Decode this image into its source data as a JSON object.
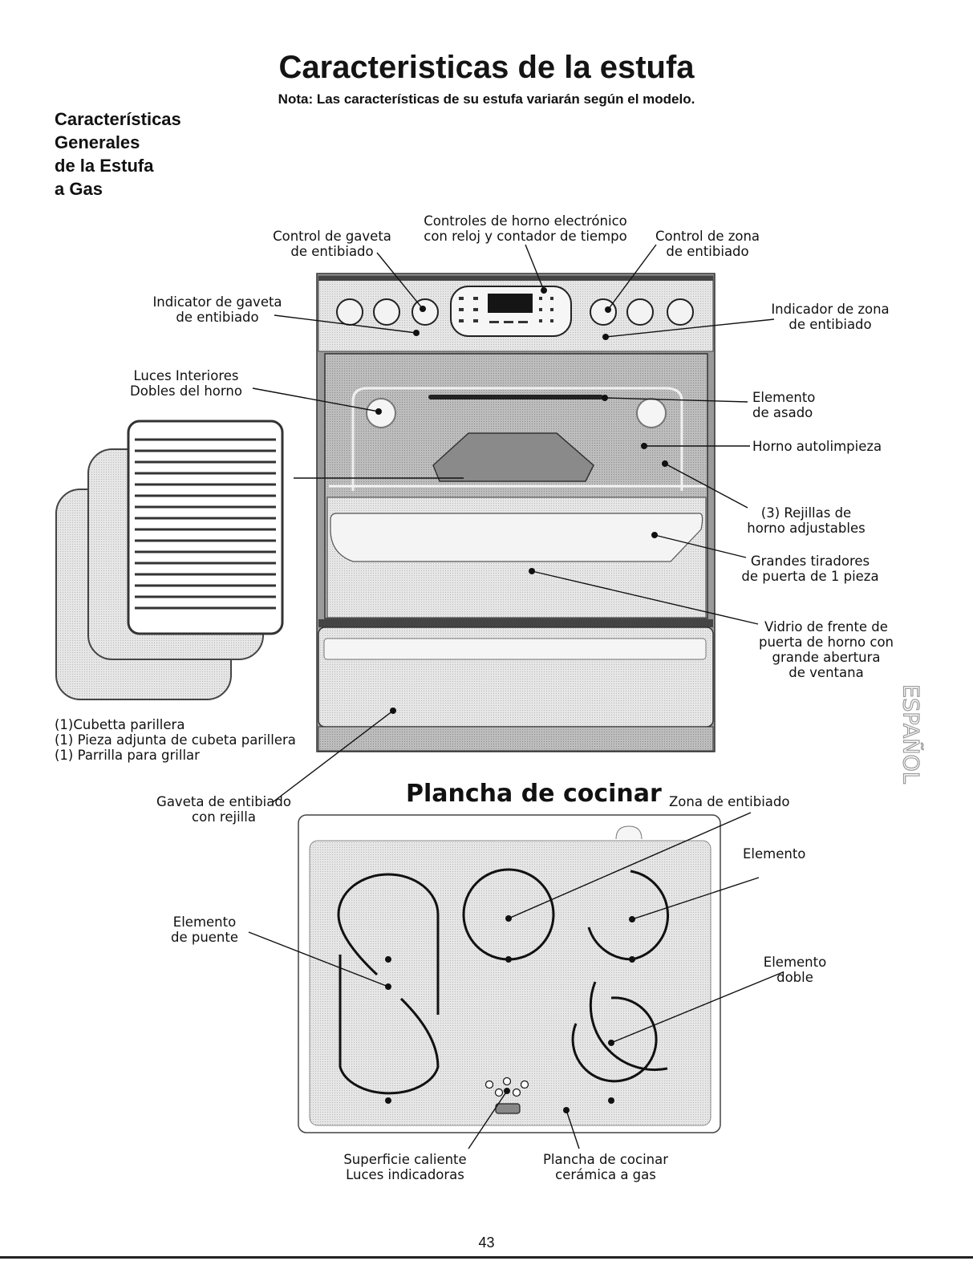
{
  "page": {
    "title": "Caracteristicas de la estufa",
    "note": "Nota: Las características de su estufa variarán según el modelo.",
    "side_heading": [
      "Características",
      "Generales",
      "de la Estufa",
      "a Gas"
    ],
    "page_number": "43",
    "side_tab": "ESPAÑOL"
  },
  "oven_labels": {
    "controls": [
      "Controles de horno electrónico",
      "con reloj y contador de tiempo"
    ],
    "drawer_control": [
      "Control de gaveta",
      "de entibiado"
    ],
    "zone_control": [
      "Control de zona",
      "de entibiado"
    ],
    "drawer_indicator": [
      "Indicator de gaveta",
      "de entibiado"
    ],
    "zone_indicator": [
      "Indicador de zona",
      "de entibiado"
    ],
    "interior_lights": [
      "Luces Interiores",
      "Dobles del horno"
    ],
    "broil_element": [
      "Elemento",
      "de asado"
    ],
    "self_clean": "Horno autolimpieza",
    "racks": [
      "(3) Rejillas de",
      "horno  adjustables"
    ],
    "door_handles": [
      "Grandes tiradores",
      "de puerta de 1 pieza"
    ],
    "door_glass": [
      "Vidrio de frente de",
      "puerta de horno con",
      "grande abertura",
      "de  ventana"
    ],
    "broiler_items": [
      "(1)Cubetta parillera",
      "(1) Pieza adjunta de cubeta parillera",
      "(1) Parrilla para grillar"
    ],
    "warming_drawer": [
      "Gaveta de entibiado",
      "con rejilla"
    ]
  },
  "cooktop": {
    "title": "Plancha de cocinar",
    "warming_zone": "Zona de entibiado",
    "element": "Elemento",
    "bridge_element": [
      "Elemento",
      "de puente"
    ],
    "dual_element": [
      "Elemento",
      "doble"
    ],
    "hot_surface": [
      "Superficie caliente",
      "Luces indicadoras"
    ],
    "ceramic_cooktop": [
      "Plancha de cocinar",
      "cerámica a gas"
    ]
  },
  "colors": {
    "ink": "#111111",
    "panel": "#d9d9d9",
    "dark_frame": "#3a3a3a",
    "light_fill": "#eeeeee"
  }
}
